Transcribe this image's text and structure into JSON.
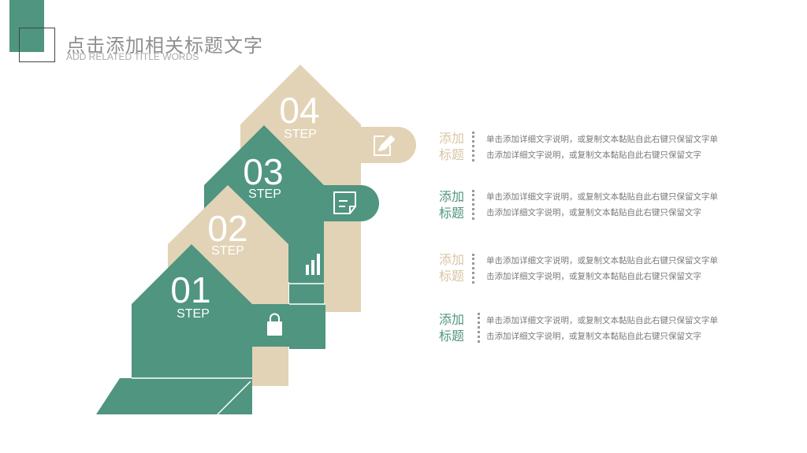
{
  "header": {
    "title": "点击添加相关标题文字",
    "subtitle": "ADD RELATED TITLE WORDS"
  },
  "colors": {
    "green": "#4f9580",
    "tan": "#e2d3b6"
  },
  "steps": [
    {
      "number": "01",
      "label": "STEP",
      "color": "green",
      "icon": "shopping-bag-icon"
    },
    {
      "number": "02",
      "label": "STEP",
      "color": "tan",
      "icon": "bar-chart-icon"
    },
    {
      "number": "03",
      "label": "STEP",
      "color": "green",
      "icon": "note-icon"
    },
    {
      "number": "04",
      "label": "STEP",
      "color": "tan",
      "icon": "edit-document-icon"
    }
  ],
  "rows": [
    {
      "title": [
        "添加",
        "标题"
      ],
      "desc": [
        "单击添加详细文字说明，或复制文本黏贴自此右键只保留文字单",
        "击添加详细文字说明，或复制文本黏贴自此右键只保留文字"
      ],
      "color": "tan"
    },
    {
      "title": [
        "添加",
        "标题"
      ],
      "desc": [
        "单击添加详细文字说明，或复制文本黏贴自此右键只保留文字单",
        "击添加详细文字说明，或复制文本黏贴自此右键只保留文字"
      ],
      "color": "green"
    },
    {
      "title": [
        "添加",
        "标题"
      ],
      "desc": [
        "单击添加详细文字说明，或复制文本黏贴自此右键只保留文字单",
        "击添加详细文字说明，或复制文本黏贴自此右键只保留文字"
      ],
      "color": "tan"
    },
    {
      "title": [
        "添加",
        "标题"
      ],
      "desc": [
        "单击添加详细文字说明，或复制文本黏贴自此右键只保留文字单",
        "击添加详细文字说明，或复制文本黏贴自此右键只保留文字"
      ],
      "color": "green"
    }
  ]
}
